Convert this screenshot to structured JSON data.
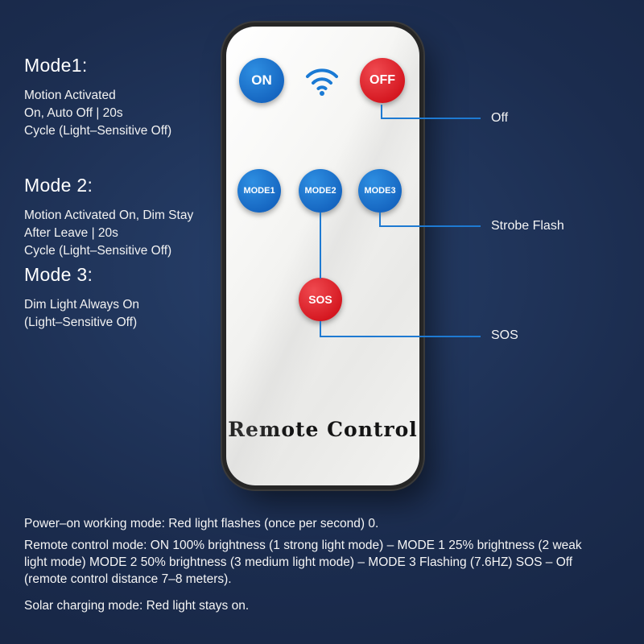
{
  "annotations": {
    "left": [
      {
        "heading": "Mode1:",
        "body": "Motion Activated\nOn, Auto Off | 20s\nCycle (Light–Sensitive Off)"
      },
      {
        "heading": "Mode 2:",
        "body": "Motion Activated On, Dim Stay\n After Leave | 20s\nCycle (Light–Sensitive Off)"
      },
      {
        "heading": "Mode 3:",
        "body": "Dim Light Always On\n(Light–Sensitive Off)"
      }
    ],
    "right": [
      {
        "label": "Off"
      },
      {
        "label": "Strobe Flash"
      },
      {
        "label": "SOS"
      }
    ]
  },
  "remote": {
    "title": "Remote Control",
    "buttons": {
      "on": "ON",
      "off": "OFF",
      "mode1": "MODE1",
      "mode2": "MODE2",
      "mode3": "MODE3",
      "sos": "SOS"
    },
    "icons": {
      "wifi": "wifi-icon"
    }
  },
  "footer": {
    "paragraphs": [
      "Power–on working mode: Red light flashes (once per second) 0.",
      "Remote control mode: ON 100% brightness (1 strong light mode) – MODE 1 25% brightness (2 weak light mode) MODE 2 50% brightness (3 medium light mode) – MODE 3 Flashing (7.6HZ) SOS – Off (remote control distance 7–8 meters).",
      "Solar charging mode: Red light stays on."
    ]
  },
  "colors": {
    "background": "#1b2c4e",
    "accent_blue": "#1e7ad2",
    "button_blue": "#1565c0",
    "button_red": "#d4161f",
    "remote_body": "#f3f3f1",
    "text": "#ffffff"
  }
}
